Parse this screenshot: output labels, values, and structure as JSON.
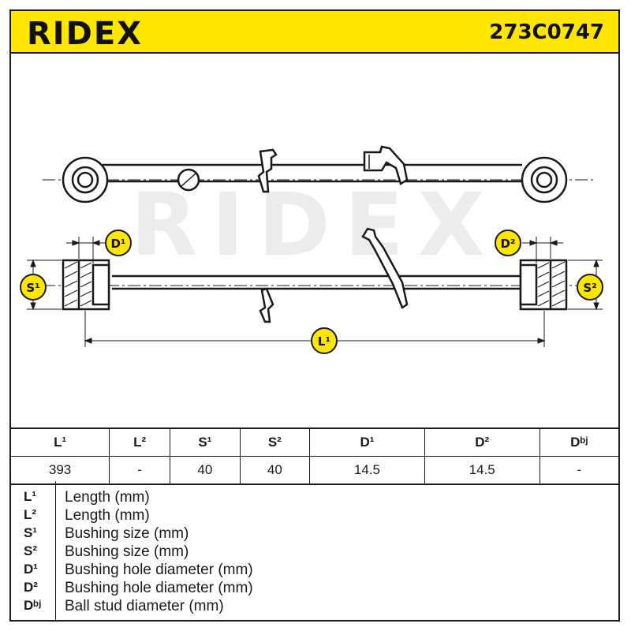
{
  "header": {
    "brand": "RIDEX",
    "part_number": "273C0747"
  },
  "watermark": "RIDEX",
  "callouts": {
    "d1": "D¹",
    "d2": "D²",
    "s1": "S¹",
    "s2": "S²",
    "l1": "L¹"
  },
  "colors": {
    "header_bg": "#ffe600",
    "callout_fill": "#ffe600",
    "line": "#1a1a1a",
    "watermark": "#ececec"
  },
  "dimensions_table": {
    "headers": [
      "L¹",
      "L²",
      "S¹",
      "S²",
      "D¹",
      "D²",
      "Dᵇʲ"
    ],
    "values": [
      "393",
      "-",
      "40",
      "40",
      "14.5",
      "14.5",
      "-"
    ]
  },
  "legend": [
    {
      "symbol": "L¹",
      "description": "Length (mm)"
    },
    {
      "symbol": "L²",
      "description": "Length (mm)"
    },
    {
      "symbol": "S¹",
      "description": "Bushing size (mm)"
    },
    {
      "symbol": "S²",
      "description": "Bushing size (mm)"
    },
    {
      "symbol": "D¹",
      "description": "Bushing hole diameter (mm)"
    },
    {
      "symbol": "D²",
      "description": "Bushing hole diameter (mm)"
    },
    {
      "symbol": "Dᵇʲ",
      "description": "Ball stud diameter (mm)"
    }
  ]
}
